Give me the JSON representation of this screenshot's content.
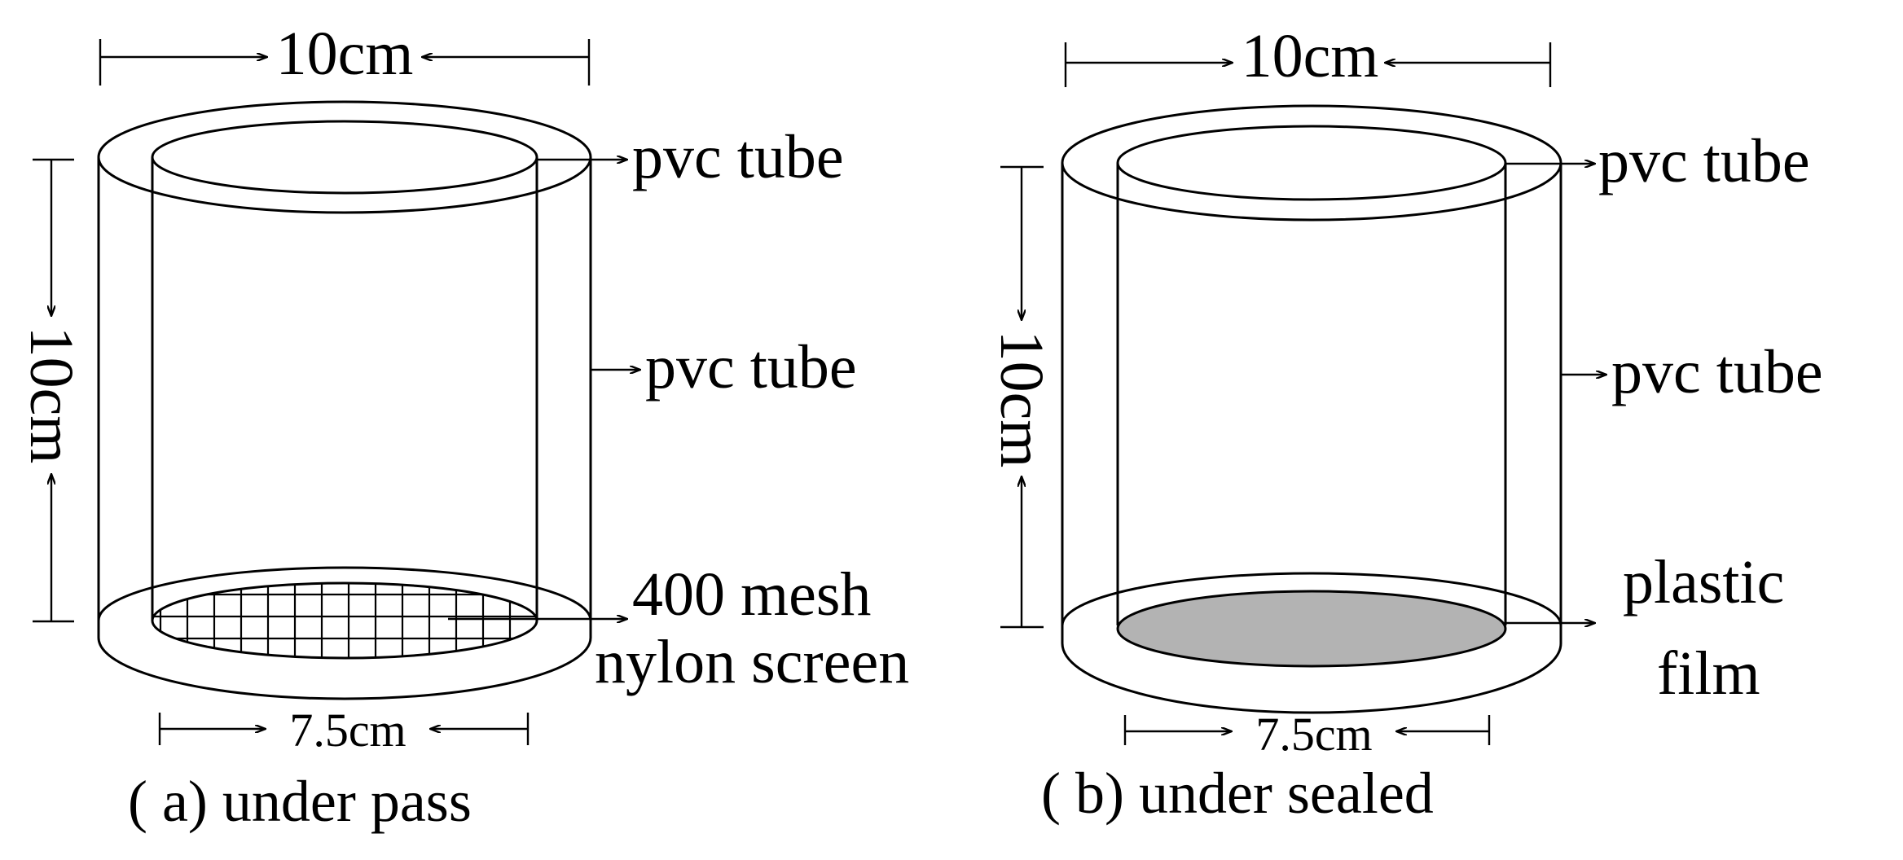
{
  "panels": [
    {
      "caption": "( a) under pass",
      "outer_width_label": "10cm",
      "height_label": "10cm",
      "inner_width_label": "7.5cm",
      "label_outer_tube": "pvc  tube",
      "label_inner_tube": "pvc  tube",
      "bottom_label_line1": "400  mesh",
      "bottom_label_line2": "nylon  screen",
      "bottom_type": "mesh"
    },
    {
      "caption": "( b) under  sealed",
      "outer_width_label": "10cm",
      "height_label": "10cm",
      "inner_width_label": "7.5cm",
      "label_outer_tube": "pvc  tube",
      "label_inner_tube": "pvc  tube",
      "bottom_label_line1": "plastic",
      "bottom_label_line2": "film",
      "bottom_type": "film"
    }
  ],
  "colors": {
    "line": "#000000",
    "film_fill": "#b3b3b3",
    "background": "#ffffff"
  }
}
